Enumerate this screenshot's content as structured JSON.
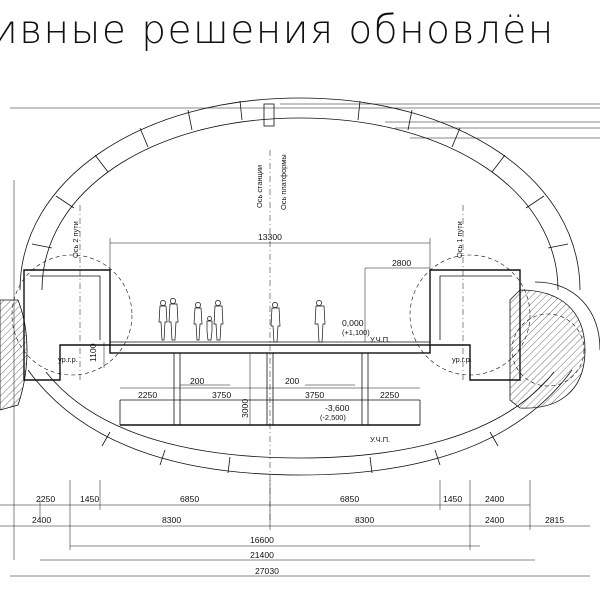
{
  "title": "ивные решения обновлён",
  "labels": {
    "axis_station": "Ось станции",
    "axis_platform": "Ось платформы",
    "axis_track2": "Ось 2 пути",
    "axis_track1": "Ось 1 пути",
    "level_ground_left": "ур.г.р.",
    "level_ground_right": "ур.г.р.",
    "level_rail_top": "У.Ч.П.",
    "level_rail_bottom": "У.Ч.П.",
    "elev_zero": "0,000",
    "elev_zero_sub": "(+1,100)",
    "elev_low": "-3,600",
    "elev_low_sub": "(-2,500)"
  },
  "dims": {
    "width_13300": "13300",
    "d_2800": "2800",
    "h_1100": "1100",
    "d_200_left": "200",
    "d_200_right": "200",
    "d_2250_left": "2250",
    "d_3750_left": "3750",
    "h_3000": "3000",
    "d_3750_right": "3750",
    "d_2250_right": "2250",
    "r1": [
      "2250",
      "1450",
      "6850",
      "6850",
      "1450",
      "2400"
    ],
    "r2": [
      "2400",
      "8300",
      "8300",
      "2400",
      "2815"
    ],
    "r3": "16600",
    "r4": "21400",
    "r5": "27030"
  }
}
